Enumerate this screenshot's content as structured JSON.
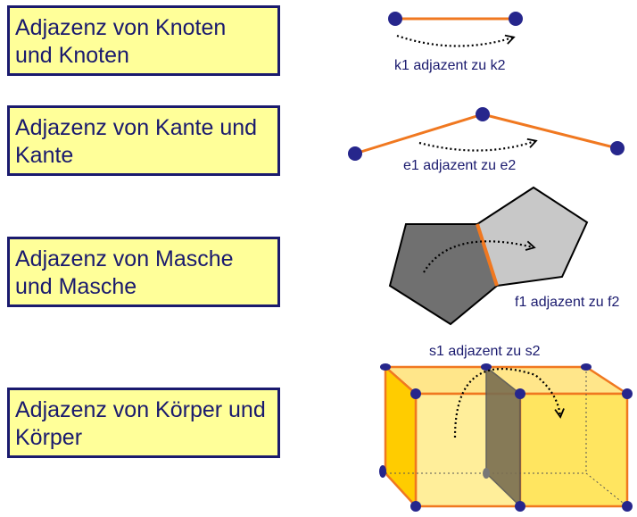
{
  "rows": [
    {
      "title": "Adjazenz von Knoten\nund Knoten",
      "caption": "k1 adjazent zu k2"
    },
    {
      "title": "Adjazenz von Kante und\nKante",
      "caption": "e1 adjazent zu e2"
    },
    {
      "title": "Adjazenz von Masche\nund Masche",
      "caption": "f1 adjazent zu f2"
    },
    {
      "title": "Adjazenz von Körper und\nKörper",
      "caption": "s1 adjazent zu s2"
    }
  ],
  "colors": {
    "box_fill": "#ffff99",
    "box_border": "#1a1a6e",
    "text": "#1a1a6e",
    "edge": "#f07820",
    "vertex": "#26268c",
    "face_dark": "#707070",
    "face_light": "#c8c8c8",
    "solid_fill": "#ffe060"
  }
}
